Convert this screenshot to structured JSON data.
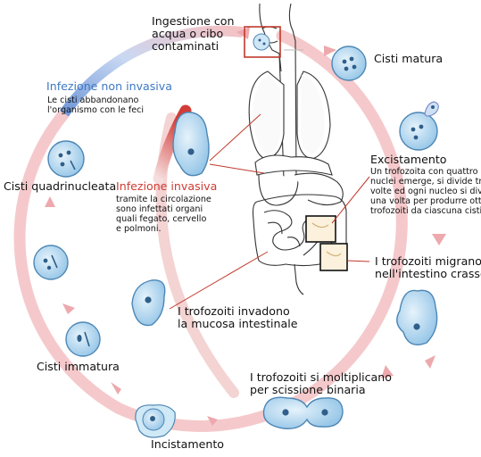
{
  "diagram": {
    "ingestion": {
      "lines": [
        "Ingestione con",
        "acqua o cibo",
        "contaminati"
      ]
    },
    "mature_cyst": {
      "label": "Cisti matura"
    },
    "excystation": {
      "title": "Excistamento",
      "lines": [
        "Un trofozoita con quattro",
        "nuclei emerge, si divide tre",
        "volte ed ogni nucleo si divide",
        "una volta per produrre otto",
        "trofozoiti da ciascuna cisti"
      ]
    },
    "migration": {
      "lines": [
        "I trofozoiti migrano",
        "nell'intestino crasso"
      ]
    },
    "invasion_mucosa": {
      "lines": [
        "I trofozoiti invadono",
        "la mucosa intestinale"
      ]
    },
    "binary_fission": {
      "lines": [
        "I trofozoiti si moltiplicano",
        "per scissione binaria"
      ]
    },
    "encystation": {
      "label": "Incistamento"
    },
    "immature_cyst": {
      "label": "Cisti immatura"
    },
    "quadrinucleate_cyst": {
      "label": "Cisti quadrinucleata"
    },
    "noninvasive": {
      "title": "Infezione non invasiva",
      "lines": [
        "Le cisti abbandonano",
        "l'organismo con le feci"
      ]
    },
    "invasive": {
      "title": "Infezione invasiva",
      "lines": [
        "tramite la circolazione",
        "sono infettati organi",
        "quali fegato, cervello",
        "e polmoni."
      ]
    }
  },
  "colors": {
    "cycle_pink": "#f4c2c4",
    "arrow_pink": "#efb0b3",
    "invasive_red": "#d03b33",
    "noninvasive_blue": "#3f78c4",
    "cell_blue": "#a9d3ee",
    "cell_border": "#4d87b5",
    "organ_outline": "#333333",
    "box_red": "#c0392b"
  }
}
